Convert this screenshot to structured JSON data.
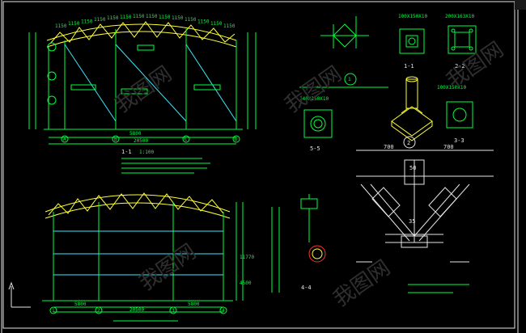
{
  "drawing": {
    "dim_20500": "20500",
    "dim_5800": "5800",
    "dim_1150": "1150",
    "dim_4500": "4500",
    "dim_11770": "11770",
    "dim_700": "700",
    "dim_35": "35",
    "dim_50": "50",
    "label_1_1": "1-1",
    "label_2_2": "2-2",
    "label_3_3": "3-3",
    "label_4_4": "4-4",
    "label_5_5": "5-5",
    "label_ratio": "1:100",
    "sec_100x150": "100X150X10",
    "sec_200x163": "200X163X10",
    "sec_140x150": "140X150X10",
    "sec_100x150b": "100X150X10",
    "detail_no": "2",
    "axis_a": "A",
    "axis_b": "B",
    "axis_c": "C",
    "axis_d": "D",
    "axis_1": "1",
    "axis_2": "2",
    "axis_3": "3",
    "axis_4": "4",
    "grid_ticks": [
      "1150",
      "1150",
      "1150",
      "1150",
      "1150",
      "1150",
      "1150",
      "1150",
      "1150",
      "1150",
      "1150",
      "1150",
      "1150",
      "1150"
    ],
    "watermark": "我图网"
  },
  "colors": {
    "background": "#000000",
    "green": "#00ff3c",
    "yellow": "#ffff3a",
    "cyan": "#39e7ff",
    "white": "#e6e6e6",
    "red": "#ff3030"
  }
}
